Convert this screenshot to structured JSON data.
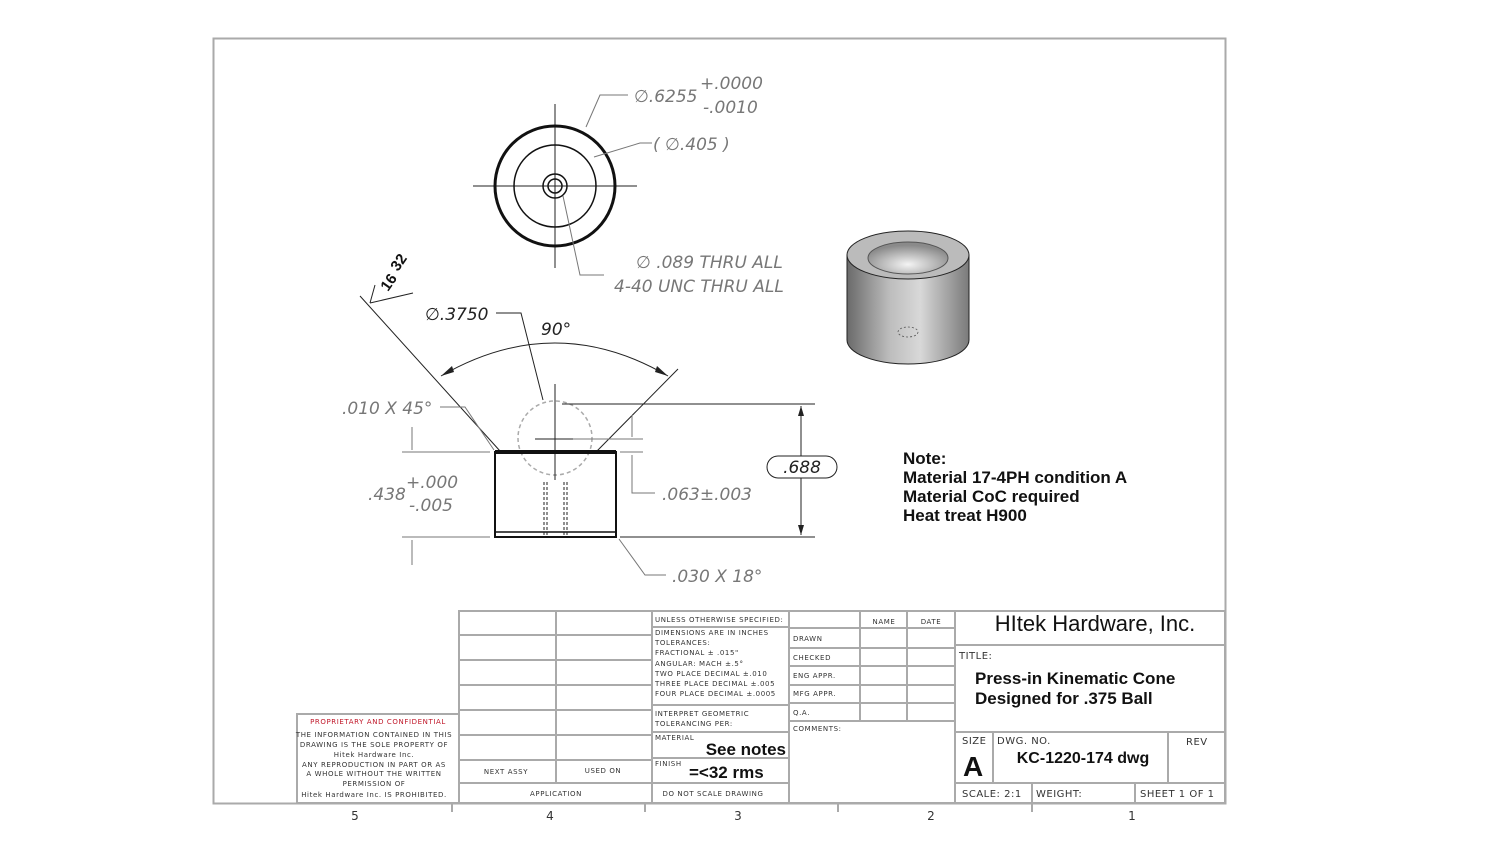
{
  "zones": [
    "5",
    "4",
    "3",
    "2",
    "1"
  ],
  "top_view": {
    "outer_dim": "∅.6255",
    "outer_tol_plus": "+.0000",
    "outer_tol_minus": "-.0010",
    "ref_dim": "( ∅.405 )",
    "hole_line1": "∅ .089  THRU ALL",
    "hole_line2": "4-40 UNC    THRU ALL"
  },
  "side_view": {
    "finish_top": "32",
    "finish_bottom": "16",
    "ball_dim": "∅.3750",
    "angle": "90°",
    "chamfer_top": ".010 X 45°",
    "height_dim": ".438",
    "height_tol_plus": "+.000",
    "height_tol_minus": "-.005",
    "recess_dim": ".063±.003",
    "ref_height": ".688",
    "chamfer_bottom": ".030 X 18°"
  },
  "notes": {
    "heading": "Note:",
    "lines": [
      "Material 17-4PH condition A",
      "Material CoC required",
      "Heat treat H900"
    ]
  },
  "title_block": {
    "proprietary_title": "PROPRIETARY AND CONFIDENTIAL",
    "proprietary_lines": [
      "THE INFORMATION CONTAINED IN THIS",
      "DRAWING IS THE SOLE PROPERTY OF",
      "Hitek Hardware Inc.",
      "ANY REPRODUCTION IN PART OR AS",
      "A WHOLE WITHOUT THE WRITTEN",
      "PERMISSION OF",
      "Hitek Hardware Inc. IS PROHIBITED."
    ],
    "next_assy": "NEXT ASSY",
    "used_on": "USED ON",
    "application": "APPLICATION",
    "unless": "UNLESS OTHERWISE SPECIFIED:",
    "tolerances": [
      "DIMENSIONS ARE IN INCHES",
      "TOLERANCES:",
      "FRACTIONAL ± .015\"",
      "ANGULAR: MACH ±.5°",
      "TWO PLACE DECIMAL  ±.010",
      "THREE PLACE DECIMAL  ±.005",
      "FOUR PLACE DECIMAL  ±.0005"
    ],
    "interpret": [
      "INTERPRET GEOMETRIC",
      "TOLERANCING PER:"
    ],
    "material_label": "MATERIAL",
    "material_value": "See notes",
    "finish_label": "FINISH",
    "finish_value": "=<32 rms",
    "do_not_scale": "DO NOT SCALE DRAWING",
    "name_header": "NAME",
    "date_header": "DATE",
    "roles": [
      "DRAWN",
      "CHECKED",
      "ENG APPR.",
      "MFG APPR.",
      "Q.A."
    ],
    "comments": "COMMENTS:",
    "company": "HItek Hardware, Inc.",
    "title_label": "TITLE:",
    "title_line1": "Press-in Kinematic Cone",
    "title_line2": "Designed for .375 Ball",
    "size_label": "SIZE",
    "size_value": "A",
    "dwg_label": "DWG.  NO.",
    "dwg_value": "KC-1220-174 dwg",
    "rev_label": "REV",
    "scale": "SCALE: 2:1",
    "weight": "WEIGHT:",
    "sheet": "SHEET 1 OF 1"
  }
}
